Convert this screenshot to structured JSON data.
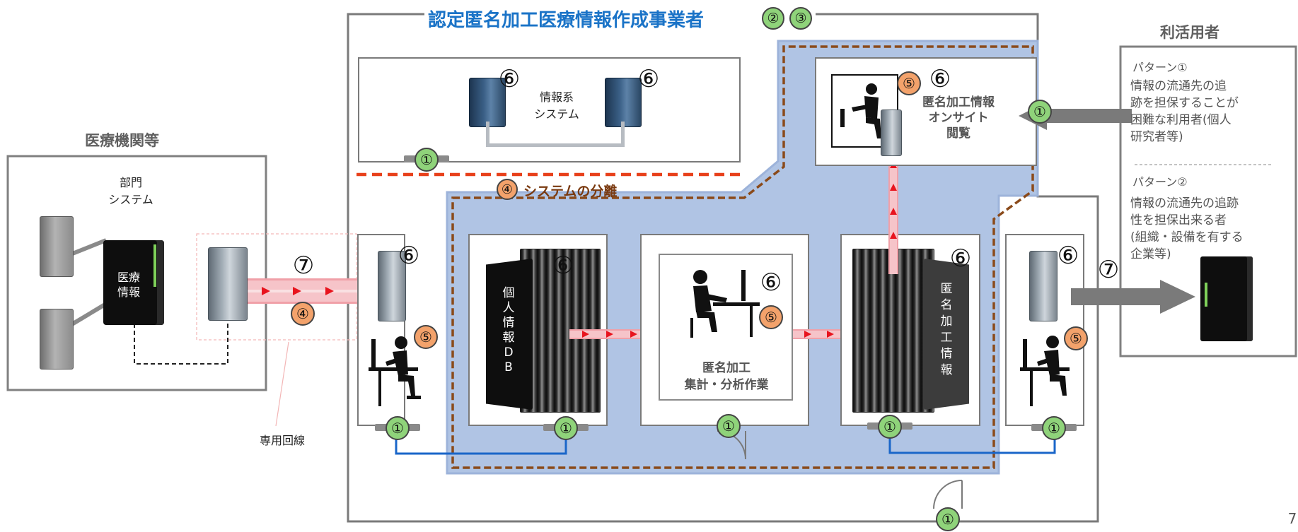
{
  "colors": {
    "green": "#8fd37a",
    "orange": "#f3a26b",
    "blue_title": "#1a73c7",
    "separation_fill": "#b0c4e4",
    "separation_border": "#8a4a1a",
    "dashed_red": "#e8401a",
    "pipe_pink": "#f6c4c9",
    "arrow_red": "#e8141e",
    "connector_blue": "#1a66c9"
  },
  "titles": {
    "main": "認定匿名加工医療情報作成事業者",
    "main_badges": [
      "②",
      "③"
    ],
    "medical": "医療機関等",
    "users": "利活用者"
  },
  "medical": {
    "dept": "部門\nシステム",
    "medinfo": "医療\n情報"
  },
  "dedicated_line": "専用回線",
  "info_system": "情報系\nシステム",
  "separation": {
    "num": "④",
    "label": "システムの分離"
  },
  "personal_db": "個\n人\n情\n報\nD\nB",
  "anon_work": "匿名加工\n集計・分析作業",
  "anon_info": "匿\n名\n加\n工\n情\n報",
  "onsite": "匿名加工情報\nオンサイト\n閲覧",
  "users": {
    "pattern1_title": "パターン①",
    "pattern1_text": "情報の流通先の追\n跡を担保することが\n困難な利用者(個人\n研究者等)",
    "pattern2_title": "パターン②",
    "pattern2_text": "情報の流通先の追跡\n性を担保出来る者\n(組織・設備を有する\n企業等)"
  },
  "nums": {
    "n1": "①",
    "n4": "④",
    "n5": "⑤",
    "n6": "⑥",
    "n7": "⑦"
  },
  "page_fragment": "7"
}
